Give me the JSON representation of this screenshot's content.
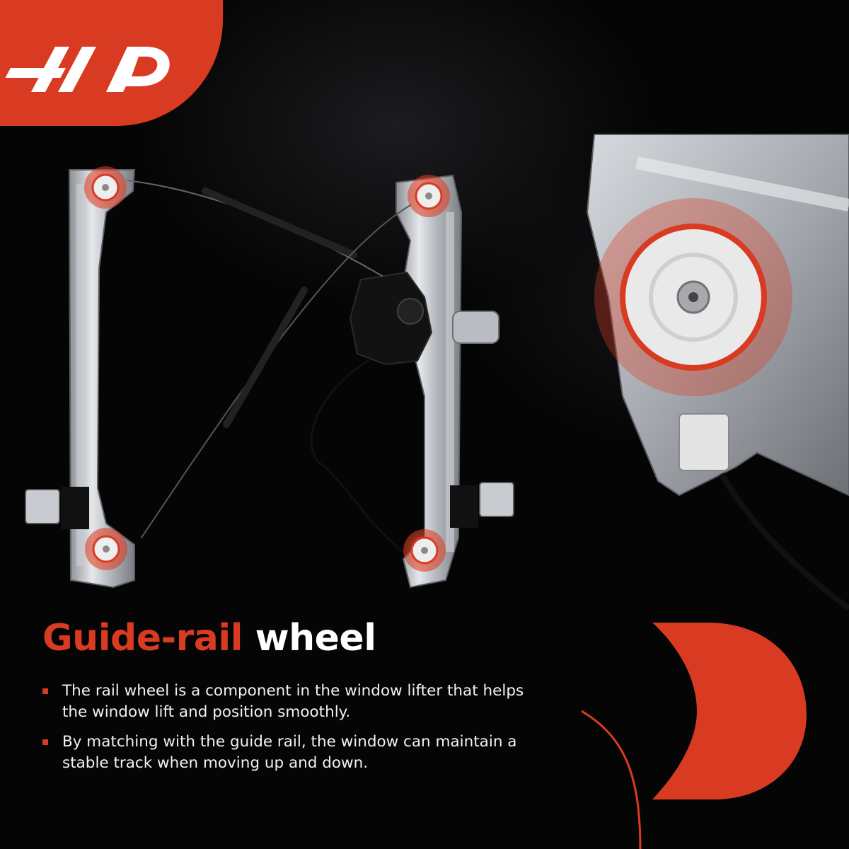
{
  "headline": {
    "accent": "Guide-rail",
    "rest": "wheel"
  },
  "bullets": [
    "The rail wheel is a component in the window lifter that helps the window lift and position smoothly.",
    "By matching with the guide rail, the window can maintain a stable track when moving up and down."
  ],
  "colors": {
    "brand": "#d93b22",
    "background": "#050505",
    "text": "#ffffff"
  },
  "icons": {
    "logo": "ap-logo",
    "corner_mark": "d-shape-mark"
  }
}
